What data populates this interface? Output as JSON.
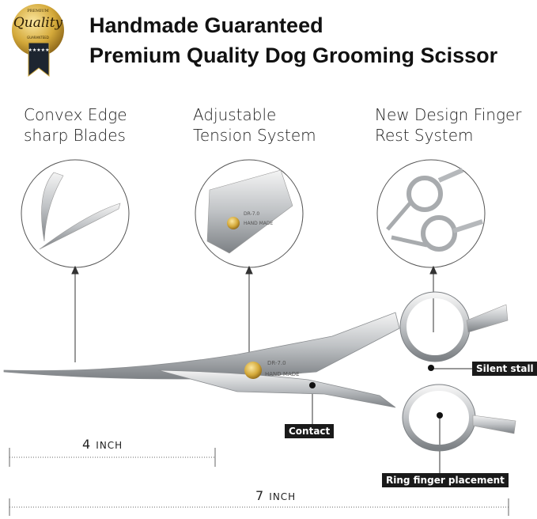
{
  "badge": {
    "top_text": "PREMIUM",
    "script_text": "Quality",
    "bottom_text": "GUARANTEED",
    "colors": {
      "gold": "#d4a93a",
      "ribbon": "#1d2530"
    }
  },
  "header": {
    "line1": "Handmade Guaranteed",
    "line2": "Premium Quality Dog Grooming Scissor"
  },
  "features": [
    {
      "label": "Convex Edge\nsharp Blades"
    },
    {
      "label": "Adjustable\nTension System"
    },
    {
      "label": "New Design Finger\nRest System"
    }
  ],
  "engraving": {
    "model": "DR-7.0",
    "text": "HAND MADE"
  },
  "callouts": {
    "silent_stall": "Silent stall",
    "contact": "Contact",
    "ring_finger": "Ring finger placement"
  },
  "measurements": {
    "short": {
      "value": "4",
      "unit": "INCH"
    },
    "long": {
      "value": "7",
      "unit": "INCH"
    }
  }
}
